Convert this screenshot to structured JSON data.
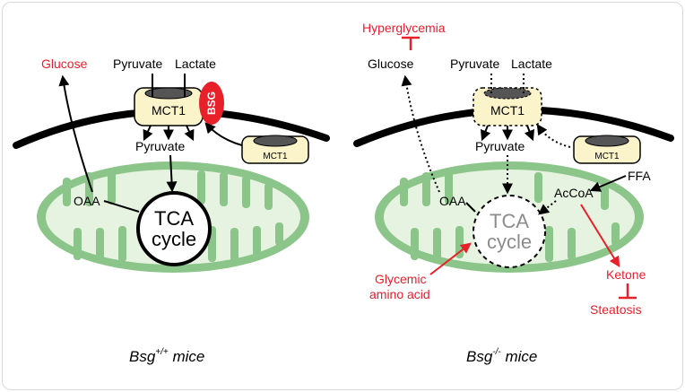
{
  "left": {
    "glucose": "Glucose",
    "pyruvate_top": "Pyruvate",
    "lactate": "Lactate",
    "mct1": "MCT1",
    "bsg": "BSG",
    "pyruvate": "Pyruvate",
    "mct1_free": "MCT1",
    "oaa": "OAA",
    "tca_line1": "TCA",
    "tca_line2": "cycle",
    "caption_gene": "Bsg",
    "caption_sup": "+/+",
    "caption_rest": " mice"
  },
  "right": {
    "hyperglycemia": "Hyperglycemia",
    "glucose": "Glucose",
    "pyruvate_top": "Pyruvate",
    "lactate": "Lactate",
    "mct1": "MCT1",
    "pyruvate": "Pyruvate",
    "mct1_free": "MCT1",
    "ffa": "FFA",
    "acoa": "AcCoA",
    "oaa": "OAA",
    "tca_line1": "TCA",
    "tca_line2": "cycle",
    "glycemic_line1": "Glycemic",
    "glycemic_line2": "amino acid",
    "ketone": "Ketone",
    "steatosis": "Steatosis",
    "caption_gene": "Bsg",
    "caption_sup": "-/-",
    "caption_rest": " mice"
  },
  "colors": {
    "red": "#e8202a",
    "mito_fill": "#e6f3e0",
    "mito_stroke": "#8cc58a",
    "mct_fill": "#fbf3c9"
  }
}
